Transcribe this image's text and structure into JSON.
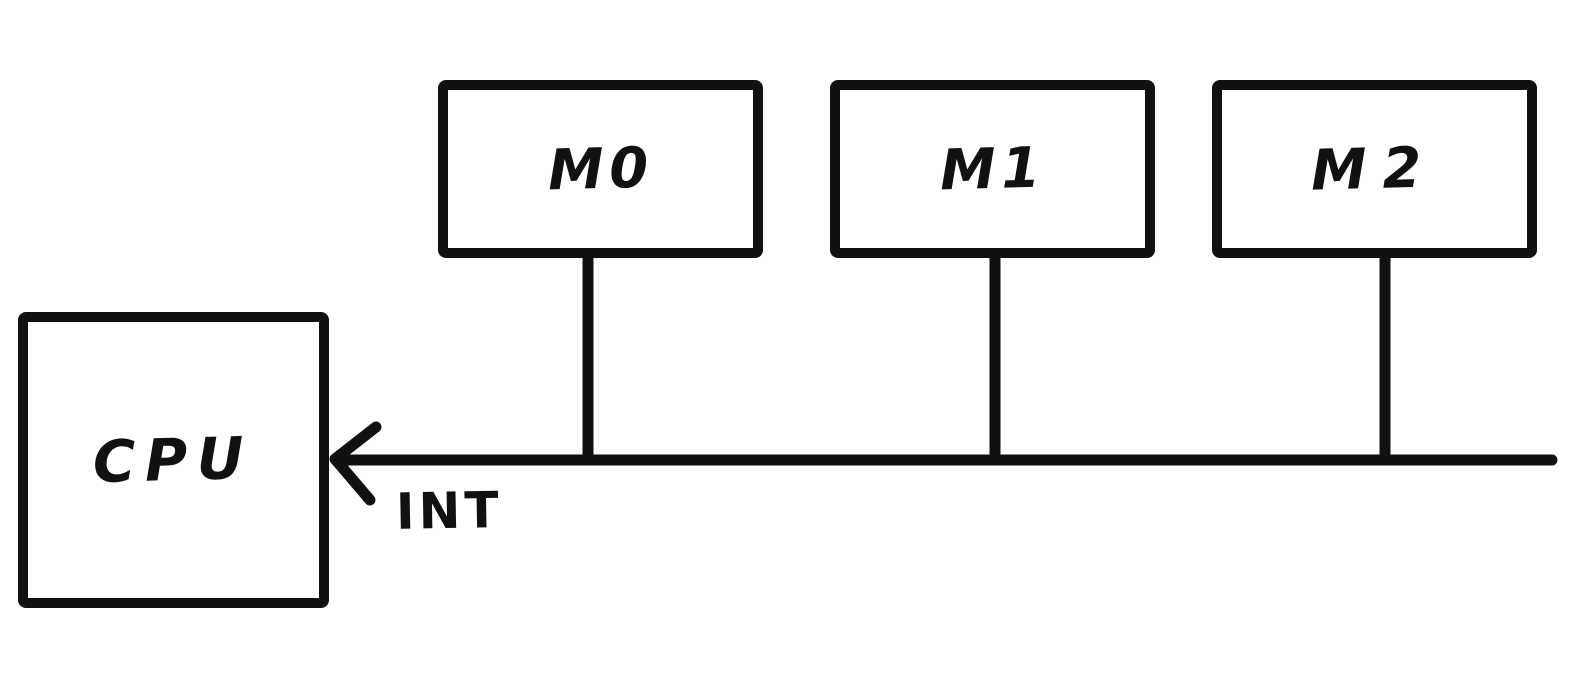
{
  "diagram": {
    "type": "block-diagram",
    "style": "hand-drawn",
    "nodes": {
      "cpu": {
        "label": "CPU"
      },
      "m0": {
        "label": "M0"
      },
      "m1": {
        "label": "M1"
      },
      "m2": {
        "label": "M2"
      }
    },
    "bus": {
      "label": "INT",
      "description": "horizontal interrupt bus line with arrowhead pointing left into CPU",
      "connected_nodes": [
        "M0",
        "M1",
        "M2"
      ]
    },
    "colors": {
      "ink": "#111111",
      "background": "#ffffff"
    }
  }
}
